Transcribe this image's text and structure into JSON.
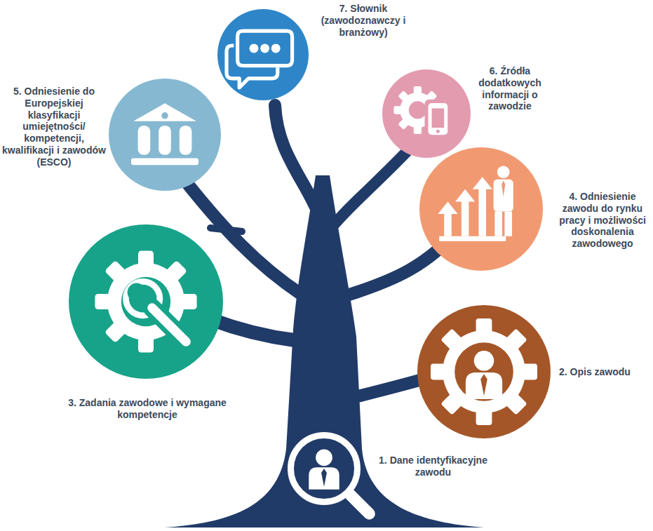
{
  "diagram": {
    "nodes": [
      {
        "text": [
          "1. Dane identyfikacyjne zawodu"
        ]
      },
      {
        "text": [
          "2. Opis zawodu"
        ]
      },
      {
        "text": [
          "3. Zadania zawodowe i wymagane kompetencje"
        ]
      },
      {
        "text": [
          "4. Odniesienie zawodu do rynku pracy i możliwości doskonalenia zawodowego"
        ]
      },
      {
        "text": [
          "5. Odniesienie do Europejskiej klasyfikacji umiejętności/ kompetencji, kwalifikacji i zawodów (ESCO)"
        ]
      },
      {
        "text": [
          "6. Źródła dodatkowych informacji o zawodzie"
        ]
      },
      {
        "text": [
          "7. Słownik (zawodoznawczy i branżowy)"
        ]
      }
    ]
  }
}
